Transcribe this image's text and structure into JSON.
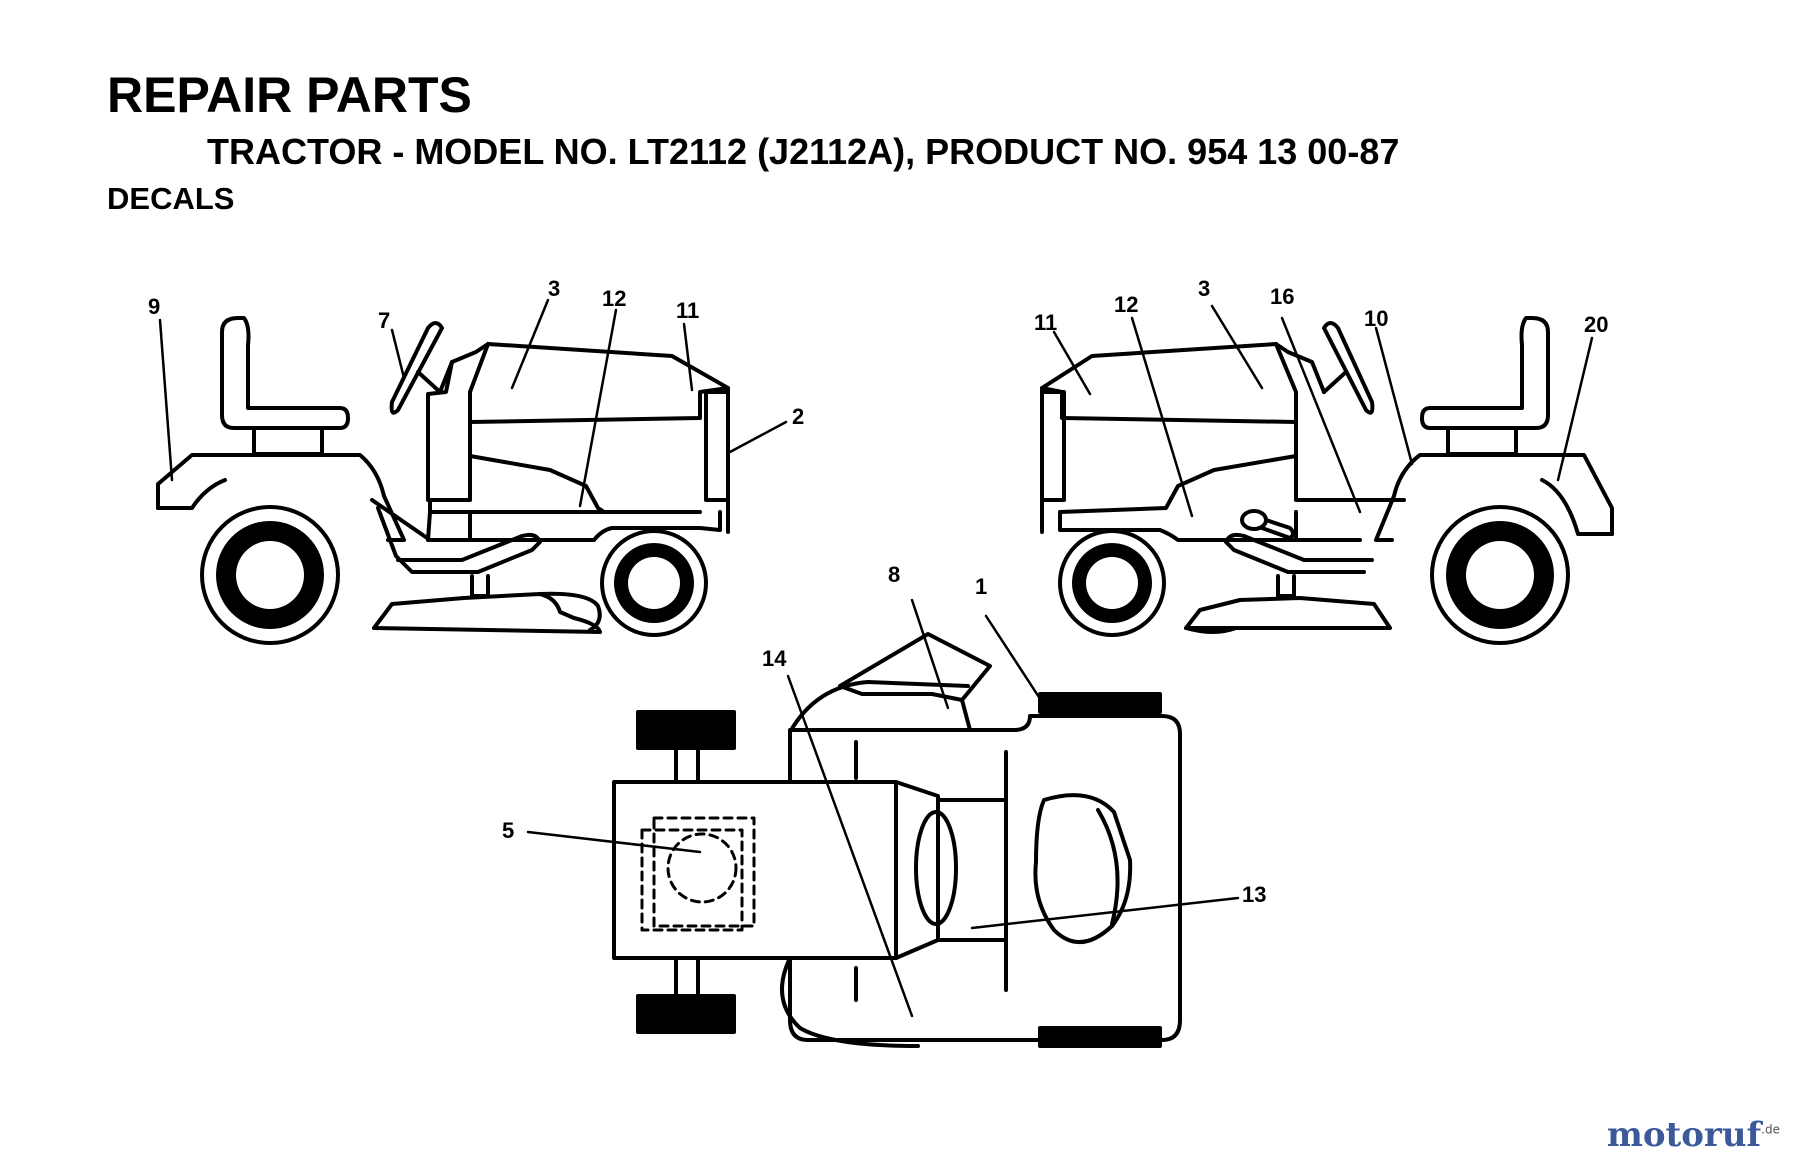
{
  "header": {
    "title": "REPAIR PARTS",
    "subtitle": "TRACTOR - MODEL NO. LT2112 (J2112A), PRODUCT NO. 954 13 00-87",
    "section": "DECALS"
  },
  "callouts": {
    "left_view": [
      "9",
      "7",
      "3",
      "12",
      "11",
      "2"
    ],
    "right_view": [
      "11",
      "12",
      "3",
      "16",
      "10",
      "20"
    ],
    "top_view": [
      "8",
      "1",
      "14",
      "5",
      "13"
    ]
  },
  "watermark": {
    "text": "motoruf",
    "suffix": ".de"
  }
}
